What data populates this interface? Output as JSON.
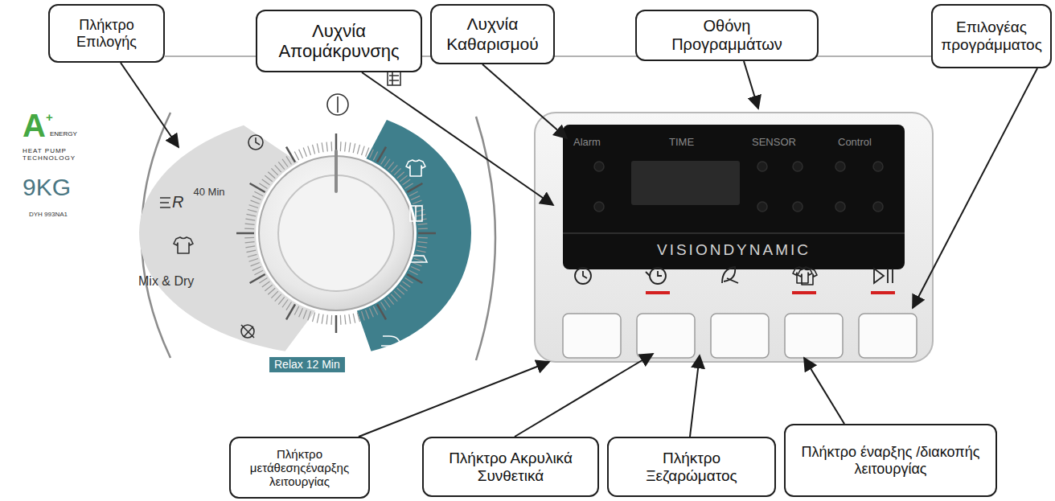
{
  "diagram": {
    "nodes": [
      {
        "text": [
          "Πλήκτρο Επιλογής"
        ]
      },
      {
        "text": [
          "Λυχνία Απομάκρυνσης"
        ]
      },
      {
        "text": [
          "Λυχνία Καθαρισμού"
        ]
      },
      {
        "text": [
          "Οθόνη Προγραμμάτων"
        ]
      },
      {
        "text": [
          "Επιλογέας προγράμματος"
        ]
      },
      {
        "text": [
          "Πλήκτρο μετάθεσηςέναρξης λειτουργίας"
        ]
      },
      {
        "text": [
          "Πλήκτρο Ακρυλικά Συνθετικά"
        ]
      },
      {
        "text": [
          "Πλήκτρο Ξεζαρώματος"
        ]
      },
      {
        "text": [
          "Πλήκτρο έναρξης /διακοπής λειτουργίας"
        ]
      }
    ],
    "labels": [
      "A",
      "+",
      "ENERGY",
      "HEAT PUMP TECHNOLOGY",
      "9KG",
      "DYH 993NA1",
      "R",
      "40 Min",
      "Mix & Dry",
      "Relax 12 Min",
      "Alarm",
      "TIME",
      "SENSOR",
      "Control",
      "VISIONDYNAMIC"
    ]
  }
}
